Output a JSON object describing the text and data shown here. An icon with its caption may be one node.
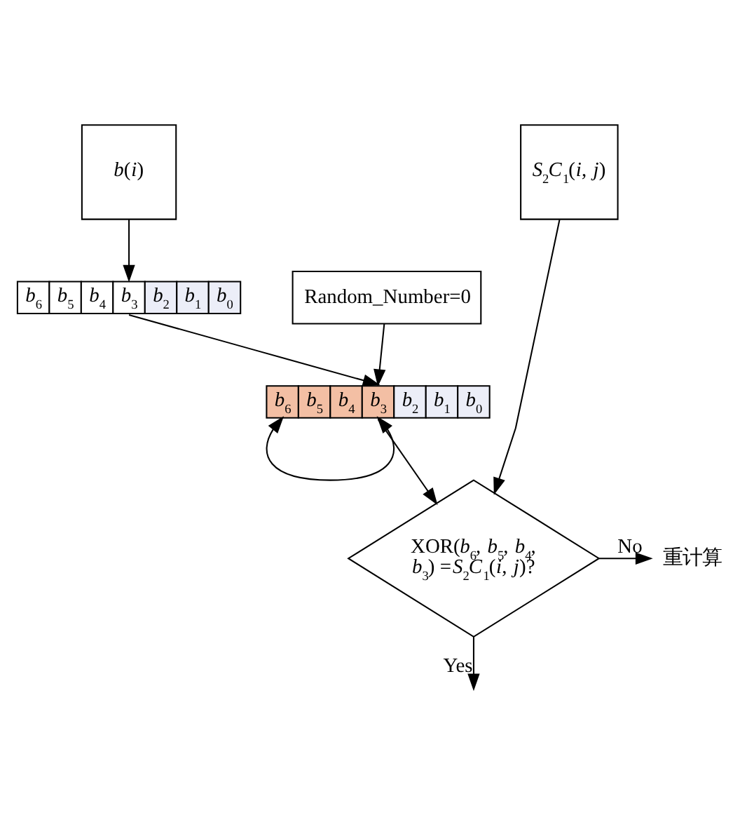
{
  "diagram": {
    "nodes": [
      {
        "text": [
          "*b*(*i*)"
        ]
      },
      {
        "text": [
          "*S*$_{2}$*C*$_{1}$(*i*, *j*)"
        ]
      },
      {
        "text": [
          "*b*$_{6}$",
          "*b*$_{5}$",
          "*b*$_{4}$",
          "*b*$_{3}$",
          "*b*$_{2}$",
          "*b*$_{1}$",
          "*b*$_{0}$"
        ]
      },
      {
        "text": [
          "Random_Number=0"
        ]
      },
      {
        "text": [
          "*b*$_{6}$",
          "*b*$_{5}$",
          "*b*$_{4}$",
          "*b*$_{3}$",
          "*b*$_{2}$",
          "*b*$_{1}$",
          "*b*$_{0}$"
        ]
      },
      {
        "text": [
          "XOR(*b*$_{6}$, *b*$_{5}$, *b*$_{4}$, *b*$_{3}$) =*S*$_{2}$*C*$_{1}$(*i*, *j*)?"
        ]
      },
      {
        "text": [
          "重计算"
        ]
      }
    ],
    "edges": [
      {
        "from": 0,
        "to": 2,
        "arrow": "to"
      },
      {
        "from": 2,
        "to": 4,
        "arrow": "to"
      },
      {
        "from": 3,
        "to": 4,
        "arrow": "to"
      },
      {
        "from": 4,
        "to": 4,
        "arrow": "both"
      },
      {
        "from": 4,
        "to": 5,
        "arrow": "to"
      },
      {
        "from": 1,
        "to": 5,
        "arrow": "to"
      },
      {
        "from": 5,
        "to": 6,
        "arrow": "to",
        "label": "No"
      },
      {
        "from": 5,
        "to": null,
        "arrow": "to",
        "label": "Yes"
      }
    ]
  }
}
